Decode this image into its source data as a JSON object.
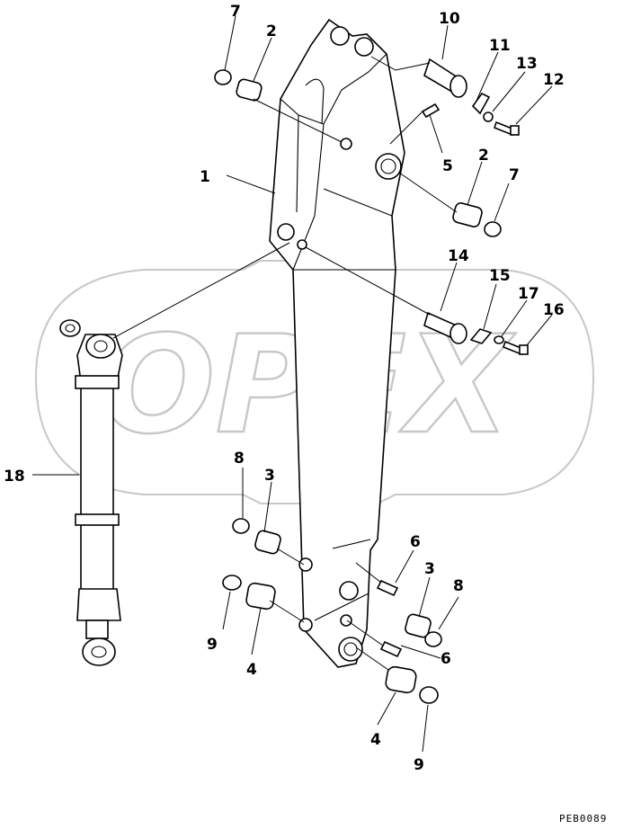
{
  "watermark": {
    "text": "OPEX"
  },
  "drawing_code": "PEB0089",
  "callouts": [
    "1",
    "2",
    "3",
    "4",
    "5",
    "6",
    "7",
    "8",
    "9",
    "10",
    "11",
    "12",
    "13",
    "14",
    "15",
    "16",
    "17",
    "18"
  ]
}
